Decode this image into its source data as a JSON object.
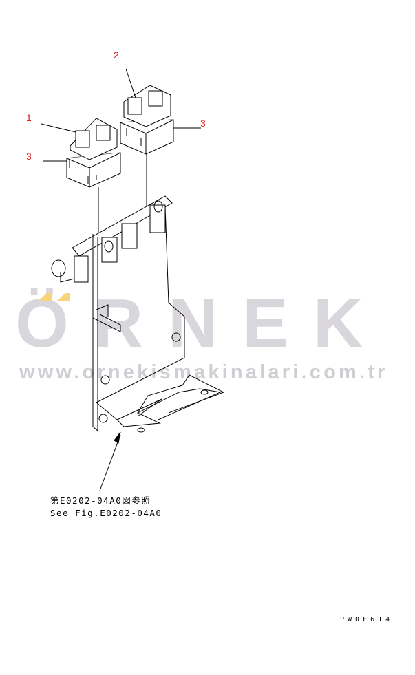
{
  "callouts": [
    "1",
    "2",
    "3",
    "3"
  ],
  "watermark": {
    "brand": "ÖRNEK",
    "url": "www.ornekismakinalari.com.tr"
  },
  "reference_note": {
    "line1": "第E0202-04A0図参照",
    "line2": "See Fig.E0202-04A0"
  },
  "drawing_code": "PW0F614",
  "colors": {
    "callout": "#e02020",
    "watermark": "#d9d7dc",
    "watermark_accent": "#f5d67a",
    "line": "#000000"
  }
}
